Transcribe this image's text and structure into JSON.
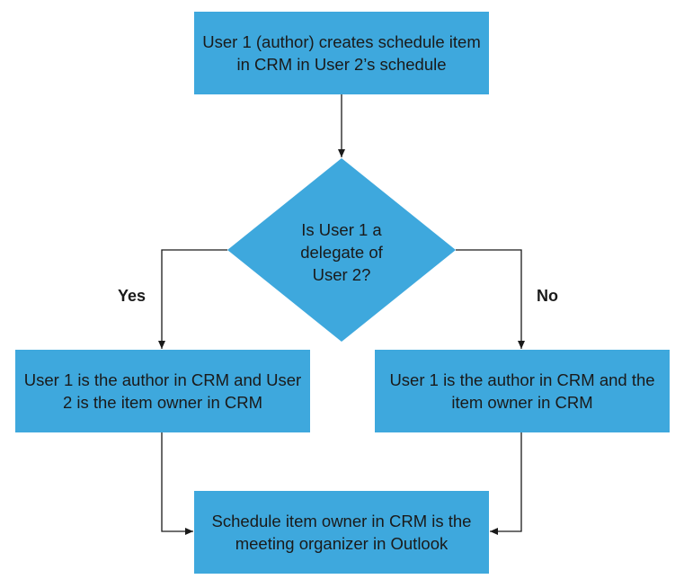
{
  "nodes": {
    "start": "User 1 (author) creates schedule item in CRM in User 2’s schedule",
    "decision": "Is User 1 a\ndelegate of\nUser 2?",
    "yes_outcome": "User 1 is the author in CRM and User 2 is the item owner in CRM",
    "no_outcome": "User 1 is the author in CRM and the item owner in CRM",
    "end": "Schedule item owner in CRM is the meeting organizer in Outlook"
  },
  "edges": {
    "yes_label": "Yes",
    "no_label": "No"
  },
  "colors": {
    "node_fill": "#3ea8dd",
    "line": "#1a1a1a"
  }
}
